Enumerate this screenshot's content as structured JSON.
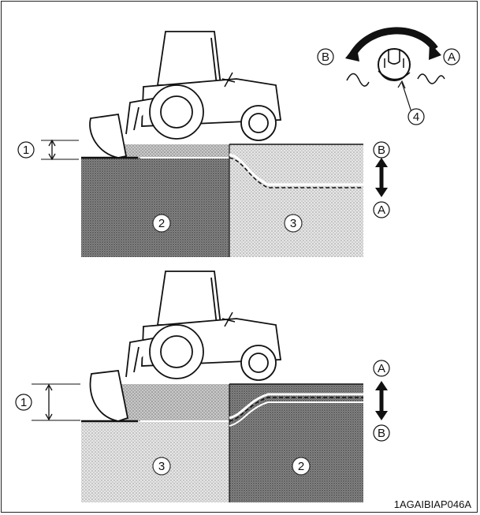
{
  "top_panel": {
    "depth_callout": "1",
    "left_zone_callout": "2",
    "right_zone_callout": "3",
    "arrow_top_label": "B",
    "arrow_bottom_label": "A",
    "knob": {
      "left_label": "B",
      "right_label": "A",
      "knob_callout": "4"
    }
  },
  "bottom_panel": {
    "depth_callout": "1",
    "left_zone_callout": "3",
    "right_zone_callout": "2",
    "arrow_top_label": "A",
    "arrow_bottom_label": "B"
  },
  "figure_code": "1AGAIBIAP046A"
}
